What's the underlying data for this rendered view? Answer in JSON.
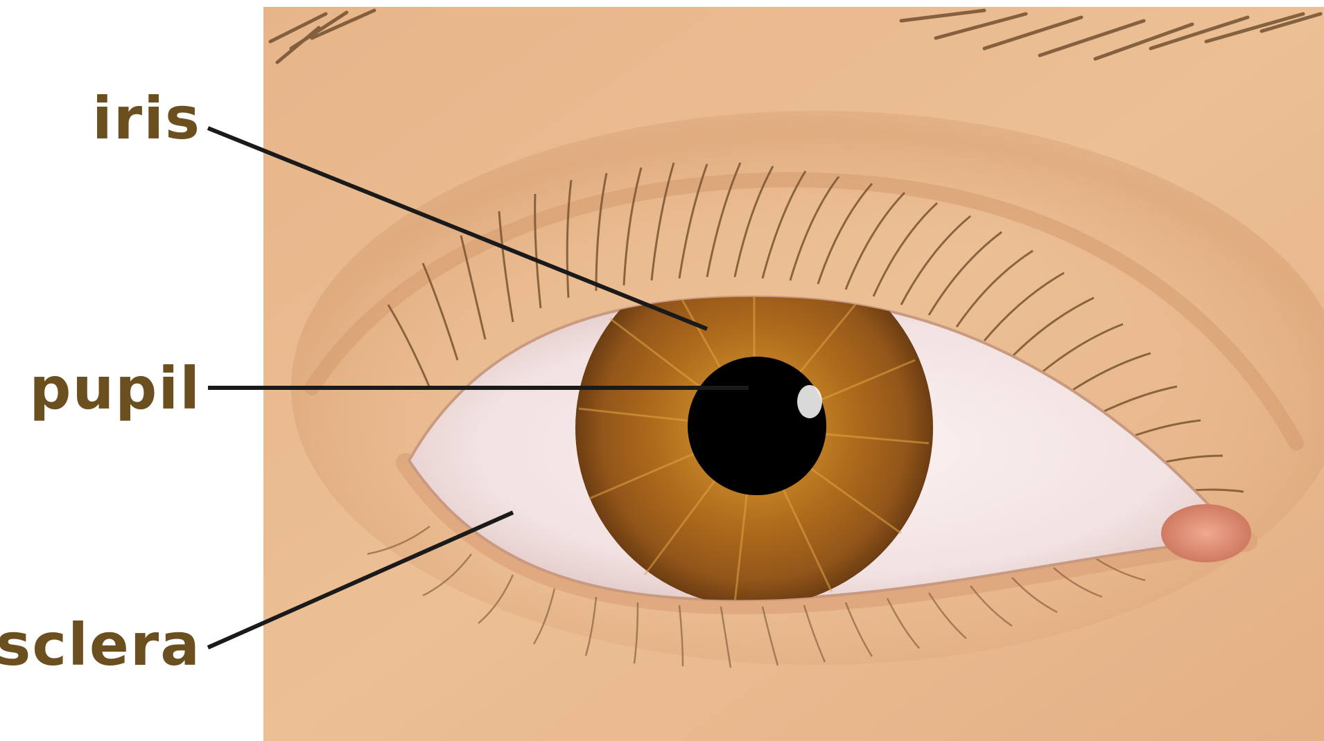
{
  "diagram": {
    "labels": {
      "iris": "iris",
      "pupil": "pupil",
      "sclera": "sclera"
    }
  },
  "colors": {
    "label_text": "#6b4f1f",
    "leader_line": "#1a1a1a",
    "skin": "#e8b98e",
    "iris": "#a8641c",
    "pupil": "#000000",
    "sclera": "#f5e9ea",
    "eyebrow": "#6b4a2a"
  },
  "icons": [
    "eye-illustration"
  ]
}
